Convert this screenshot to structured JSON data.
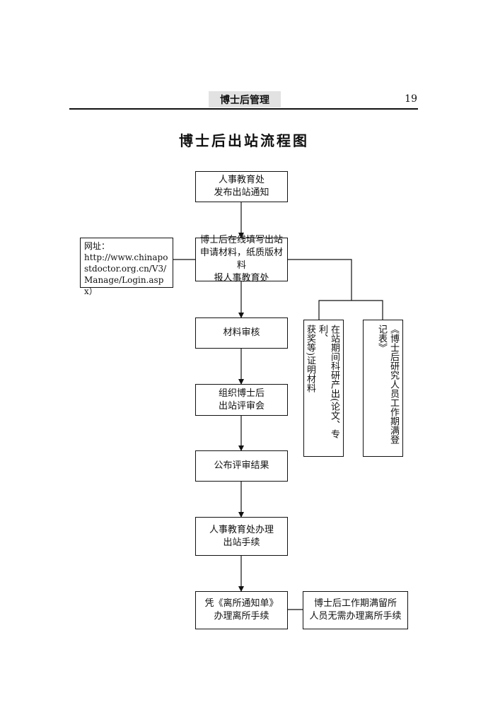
{
  "header": {
    "section_label": "博士后管理",
    "page_number": "19"
  },
  "title": "博士后出站流程图",
  "flow": {
    "step1": "人事教育处\n发布出站通知",
    "step2": "博士后在线填写出站\n申请材料，纸质版材料\n报人事教育处",
    "step3": "材料审核",
    "step4": "组织博士后\n出站评审会",
    "step5": "公布评审结果",
    "step6": "人事教育处办理\n出站手续",
    "step7": "凭《离所通知单》\n办理离所手续",
    "side_note": "博士后工作期满留所\n人员无需办理离所手续"
  },
  "url_note": {
    "text": "网址：\nhttp://www.chinapostdoctor.org.cn/V3/Manage/Login.aspx）"
  },
  "materials": {
    "research_output": "在站期间科研产出(论文、专利、\n获奖等)证明材料",
    "work_form": "《博士后研究人员工作期满登\n记表》"
  }
}
